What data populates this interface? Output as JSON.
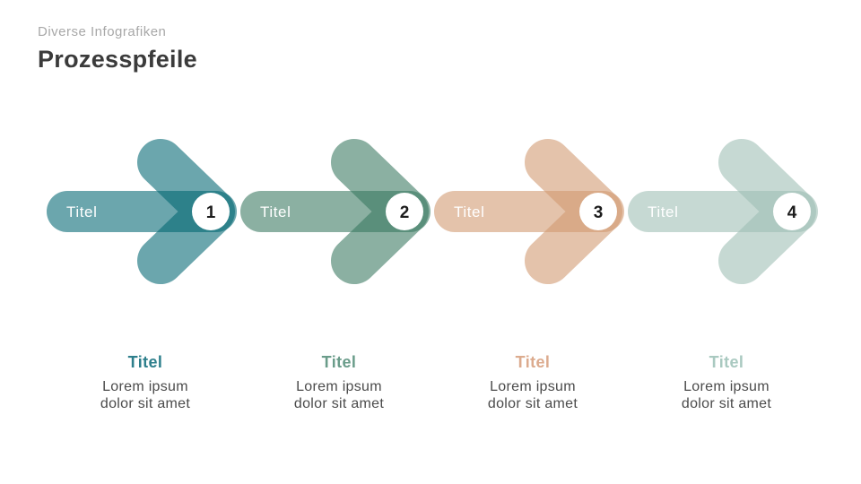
{
  "slide": {
    "eyebrow": "Diverse Infografiken",
    "title": "Prozesspfeile"
  },
  "colors": {
    "eyebrow_text": "#a8a8a8",
    "title_text": "#3b3b3b",
    "body_text": "#4b4b4b",
    "pill_label_text": "#ffffff",
    "number_text": "#1c1c1c",
    "circle_fill": "#ffffff"
  },
  "steps": [
    {
      "number": "1",
      "pill_label": "Titel",
      "base_color": "#006672",
      "accent_color": "#2e7f8c",
      "title": "Titel",
      "description": "Lorem ipsum\ndolor sit amet"
    },
    {
      "number": "2",
      "pill_label": "Titel",
      "base_color": "#37775f",
      "accent_color": "#6a9c8a",
      "title": "Titel",
      "description": "Lorem ipsum\ndolor sit amet"
    },
    {
      "number": "3",
      "pill_label": "Titel",
      "base_color": "#d0986e",
      "accent_color": "#dcab8e",
      "title": "Titel",
      "description": "Lorem ipsum\ndolor sit amet"
    },
    {
      "number": "4",
      "pill_label": "Titel",
      "base_color": "#9dbdb3",
      "accent_color": "#a9c9c0",
      "title": "Titel",
      "description": "Lorem ipsum\ndolor sit amet"
    }
  ]
}
